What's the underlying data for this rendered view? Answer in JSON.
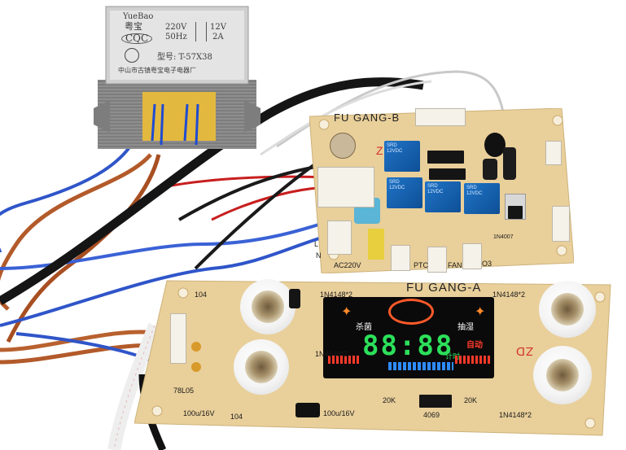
{
  "transformer": {
    "brand_en": "YueBao",
    "brand_cn": "粤宝",
    "cert": "CQC",
    "input_voltage": "220V",
    "input_freq": "50Hz",
    "output_voltage": "12V",
    "output_current": "2A",
    "model": "型号: T-57X38",
    "maker": "中山市古镇粤宝电子电器厂"
  },
  "pcb_top": {
    "title": "FU GANG-B",
    "zd_mark": "ZD",
    "label_l": "L",
    "label_n": "N",
    "label_ac": "AC220V",
    "label_ptc": "PTC",
    "label_fan": "FAN",
    "label_o3": "O3",
    "label_diode": "1N4007"
  },
  "pcb_bottom": {
    "title": "FU GANG-A",
    "zd_mark": "ZD",
    "diode_label": "1N4148*2",
    "cap_label": "100u/16V",
    "res_label": "20K",
    "ic_label": "4069",
    "reg_label": "78L05",
    "cap_104": "104",
    "lcd_sterilize": "杀菌",
    "lcd_dehumid": "抽湿",
    "lcd_time": "88:88",
    "lcd_timer": "计时",
    "lcd_auto": "自动"
  },
  "colors": {
    "pcb": "#e9cf9a",
    "relay": "#1a63b3",
    "lcd_green": "#2ce05a",
    "lcd_red": "#ff3a2a",
    "wire_blue": "#2f55c9",
    "wire_brown": "#b35a2a",
    "wire_black": "#151515"
  }
}
